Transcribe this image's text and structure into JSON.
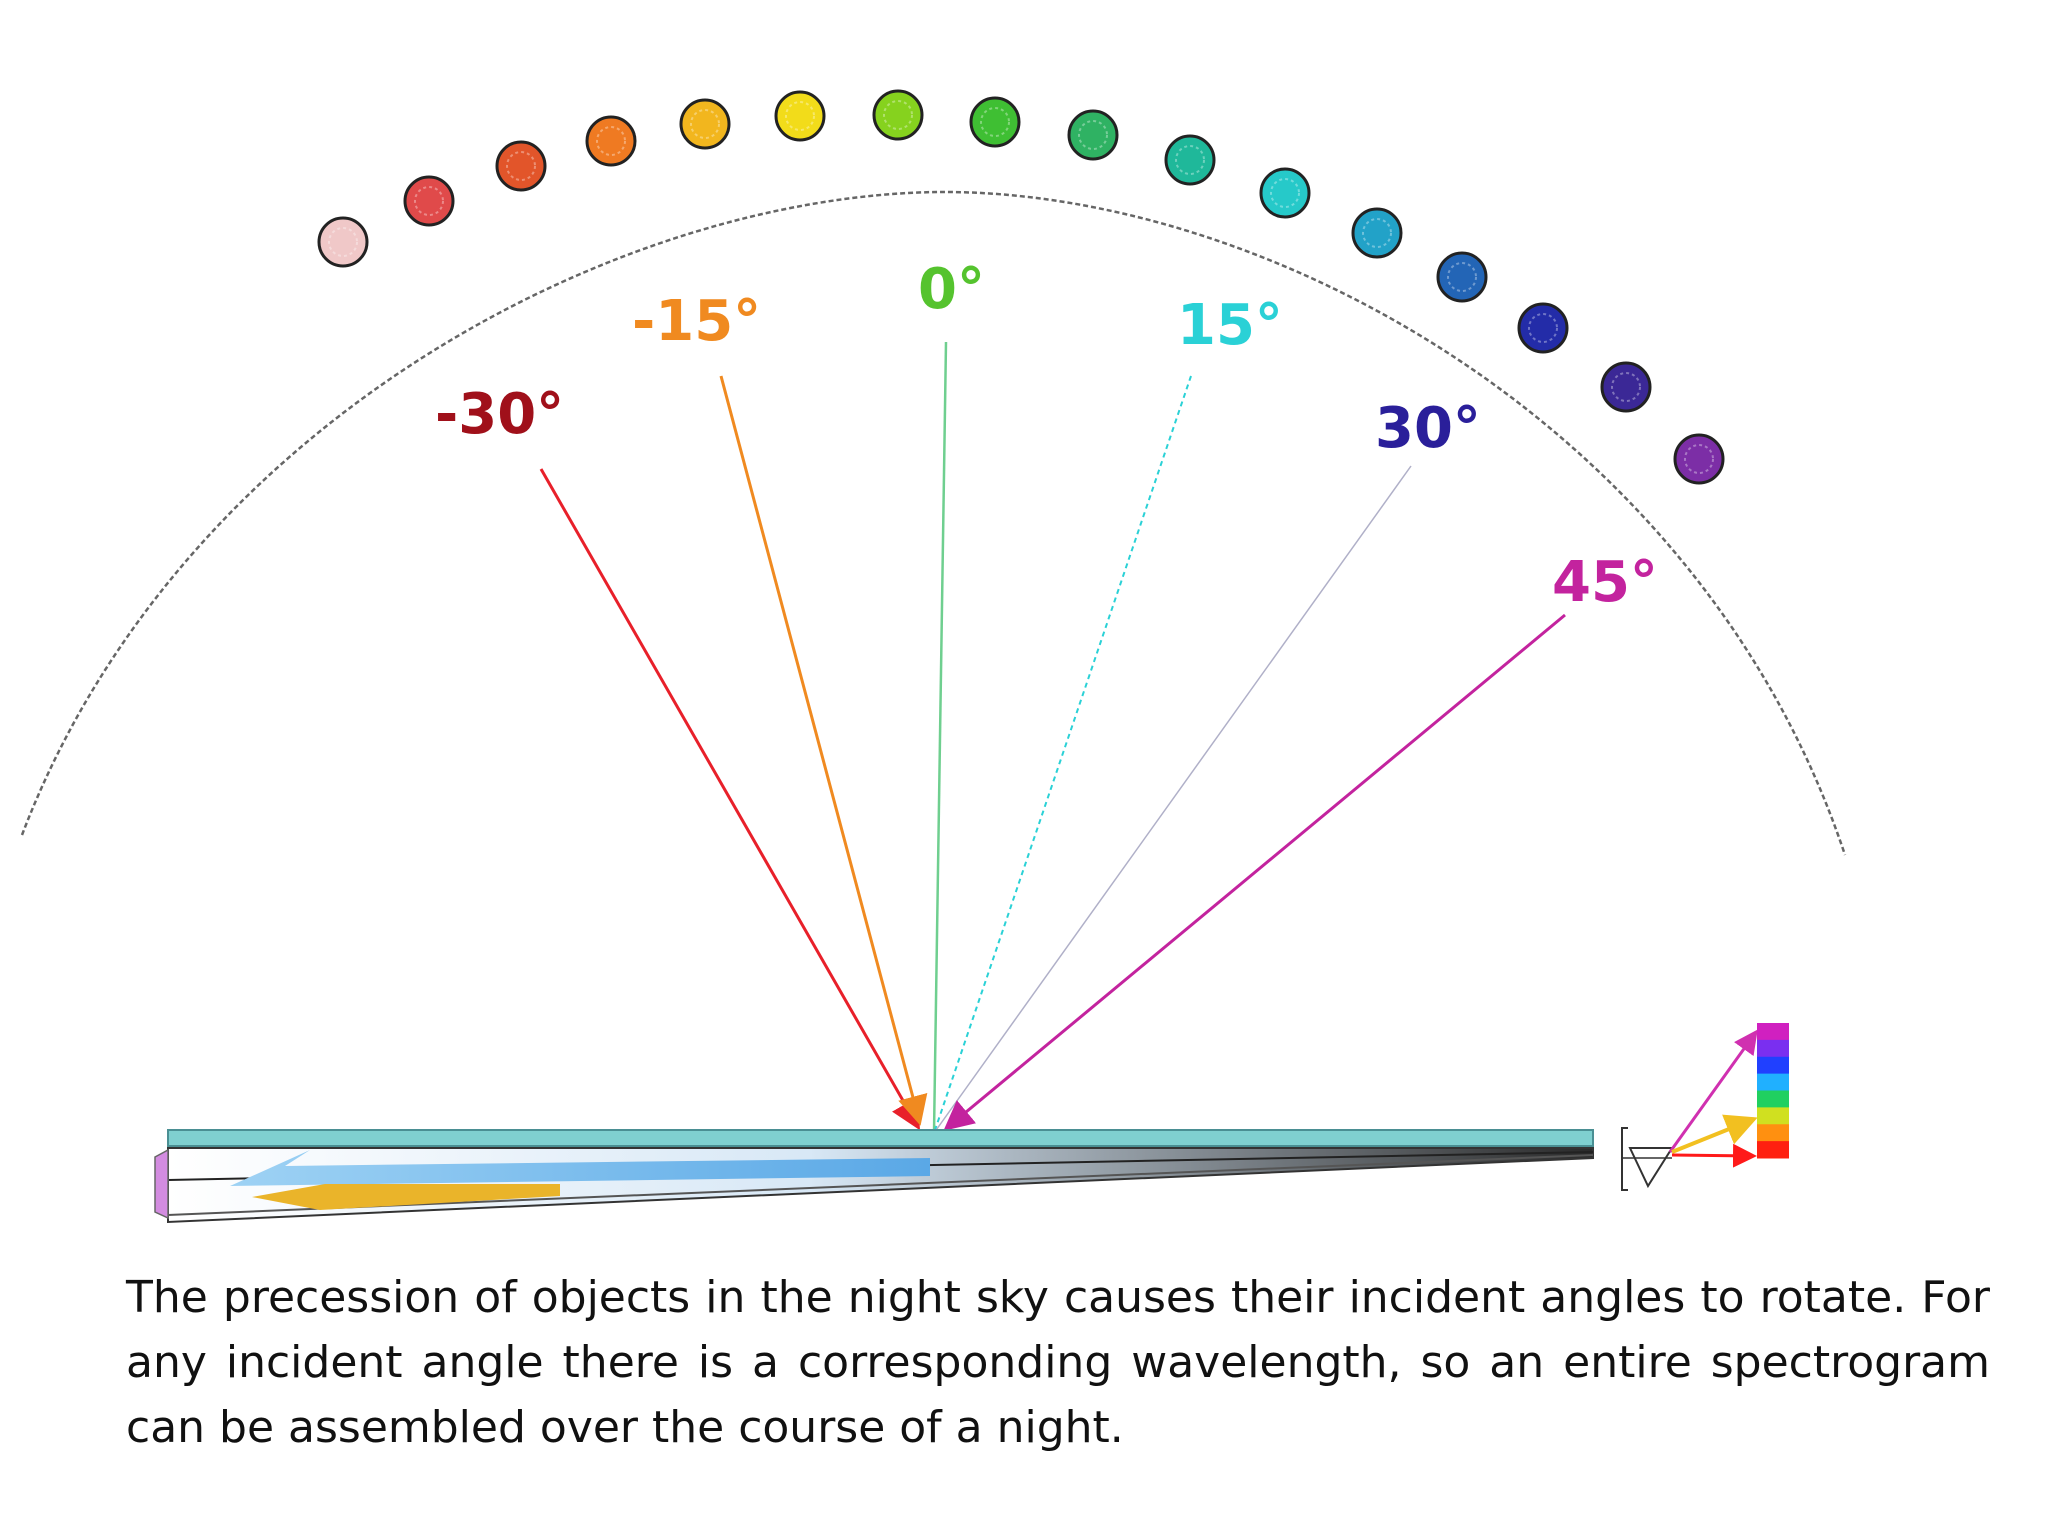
{
  "star_colors": [
    "#f0c8c8",
    "#e04a4a",
    "#e2552a",
    "#ef7a22",
    "#f2b61e",
    "#f2dc1a",
    "#86d21e",
    "#3fbf33",
    "#2fb263",
    "#1fb89a",
    "#26c9c9",
    "#22a2c8",
    "#2365b6",
    "#232ca8",
    "#3b2896",
    "#7c2ea6"
  ],
  "rays": [
    {
      "angle_deg": -30,
      "label": "-30°",
      "color": "#e8202a",
      "style": "solid"
    },
    {
      "angle_deg": -15,
      "label": "-15°",
      "color": "#f08a20",
      "style": "solid"
    },
    {
      "angle_deg": 0,
      "label": "0°",
      "color": "#5fcf3a",
      "style": "solid"
    },
    {
      "angle_deg": 15,
      "label": "15°",
      "color": "#2ad1d6",
      "style": "dashed"
    },
    {
      "angle_deg": 30,
      "label": "30°",
      "color": "#2a1f9a",
      "style": "thin"
    },
    {
      "angle_deg": 45,
      "label": "45°",
      "color": "#c3239e",
      "style": "solid"
    }
  ],
  "spectrum_colors": [
    "#d020c0",
    "#7a2ff0",
    "#2040ff",
    "#20b0ff",
    "#20d060",
    "#d0e020",
    "#ff9010",
    "#ff2010"
  ],
  "caption": "The precession of objects in the night sky causes their incident angles to rotate. For any incident angle there is a corresponding wavelength, so an entire spectrogram can be assembled over the course of a night."
}
